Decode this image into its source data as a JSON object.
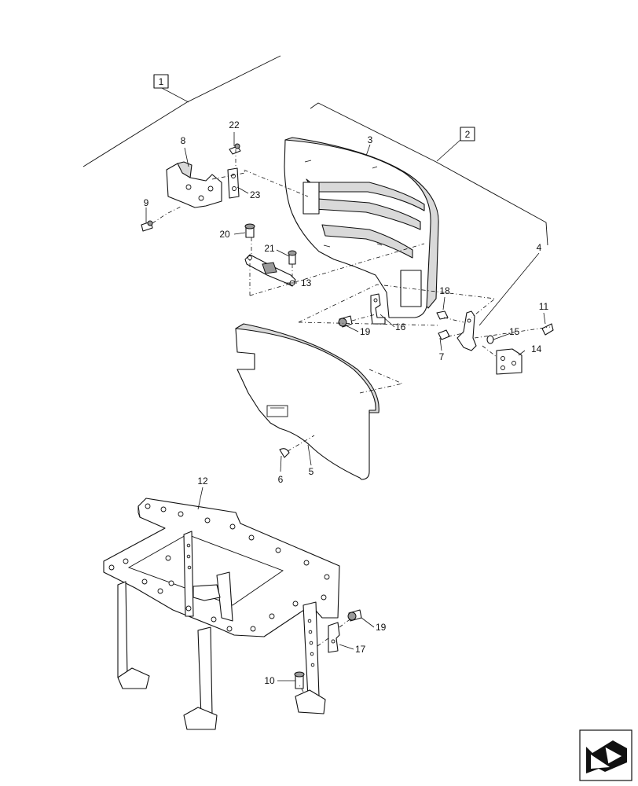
{
  "groups": [
    {
      "id": "group-1",
      "label": "1"
    },
    {
      "id": "group-2",
      "label": "2"
    }
  ],
  "callouts": [
    {
      "id": "3",
      "label": "3"
    },
    {
      "id": "4",
      "label": "4"
    },
    {
      "id": "5",
      "label": "5"
    },
    {
      "id": "6",
      "label": "6"
    },
    {
      "id": "7",
      "label": "7"
    },
    {
      "id": "8",
      "label": "8"
    },
    {
      "id": "9",
      "label": "9"
    },
    {
      "id": "10",
      "label": "10"
    },
    {
      "id": "11",
      "label": "11"
    },
    {
      "id": "12",
      "label": "12"
    },
    {
      "id": "13",
      "label": "13"
    },
    {
      "id": "14",
      "label": "14"
    },
    {
      "id": "15",
      "label": "15"
    },
    {
      "id": "16",
      "label": "16"
    },
    {
      "id": "17",
      "label": "17"
    },
    {
      "id": "18",
      "label": "18"
    },
    {
      "id": "19a",
      "label": "19"
    },
    {
      "id": "19b",
      "label": "19"
    },
    {
      "id": "20",
      "label": "20"
    },
    {
      "id": "21",
      "label": "21"
    },
    {
      "id": "22",
      "label": "22"
    },
    {
      "id": "23",
      "label": "23"
    }
  ],
  "nav_icon": "arrow-navigation-icon"
}
